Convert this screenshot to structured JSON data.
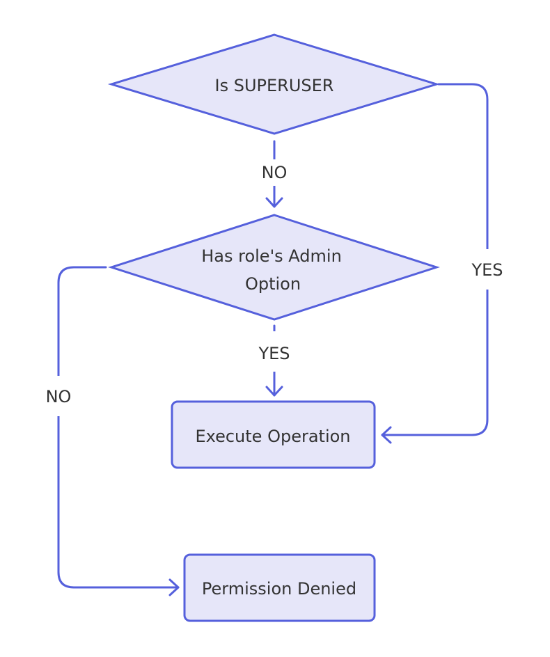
{
  "colors": {
    "node_fill": "#e6e6f9",
    "line": "#5560dc",
    "text": "#333333",
    "background": "#ffffff"
  },
  "nodes": {
    "is_superuser": "Is SUPERUSER",
    "has_admin_option_line1": "Has role's Admin",
    "has_admin_option_line2": "Option",
    "execute_operation": "Execute Operation",
    "permission_denied": "Permission Denied"
  },
  "edges": {
    "superuser_no": "NO",
    "superuser_yes": "YES",
    "admin_yes": "YES",
    "admin_no": "NO"
  }
}
